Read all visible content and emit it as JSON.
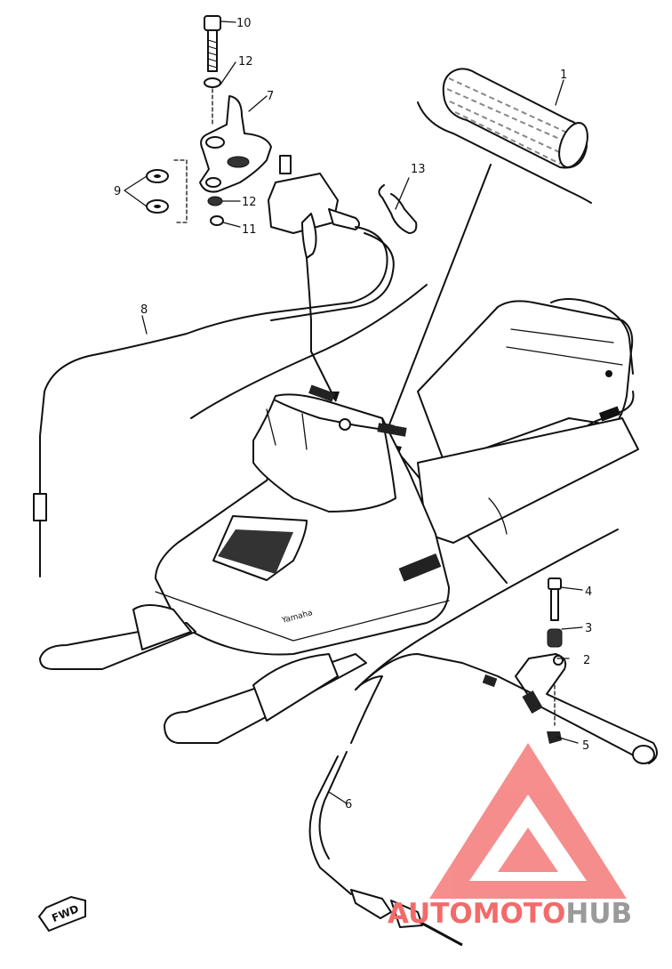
{
  "callouts": {
    "c1": "1",
    "c2": "2",
    "c3": "3",
    "c4": "4",
    "c5": "5",
    "c6": "6",
    "c7": "7",
    "c8": "8",
    "c9": "9",
    "c10": "10",
    "c11": "11",
    "c12a": "12",
    "c12b": "12",
    "c13": "13"
  },
  "fwd_badge": "FWD",
  "watermark": {
    "part1": "AUTOMOTO",
    "part2": "HUB",
    "color_primary": "#f26b6b",
    "color_secondary": "#9a9a9a"
  },
  "colors": {
    "ink": "#111111",
    "paper": "#ffffff"
  }
}
